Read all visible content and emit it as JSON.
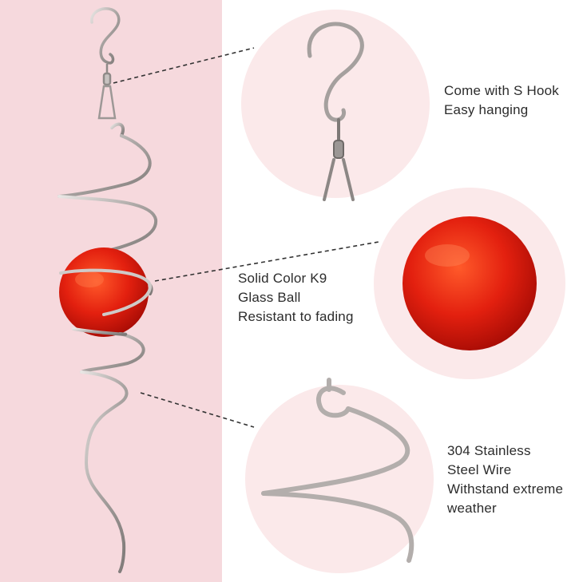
{
  "features": {
    "hook": {
      "lines": [
        "Come with S Hook",
        "Easy hanging"
      ]
    },
    "ball": {
      "lines": [
        "Solid Color K9",
        "Glass Ball",
        "Resistant to fading"
      ]
    },
    "wire": {
      "lines": [
        "304 Stainless",
        "Steel Wire",
        "Withstand extreme",
        "weather"
      ]
    }
  },
  "colors": {
    "left_background": "#f6d9dd",
    "circle_fill": "#fbe9ea",
    "glass_ball": "#e01f10",
    "steel": "#b9b4b2",
    "text": "#2c2c2c"
  }
}
